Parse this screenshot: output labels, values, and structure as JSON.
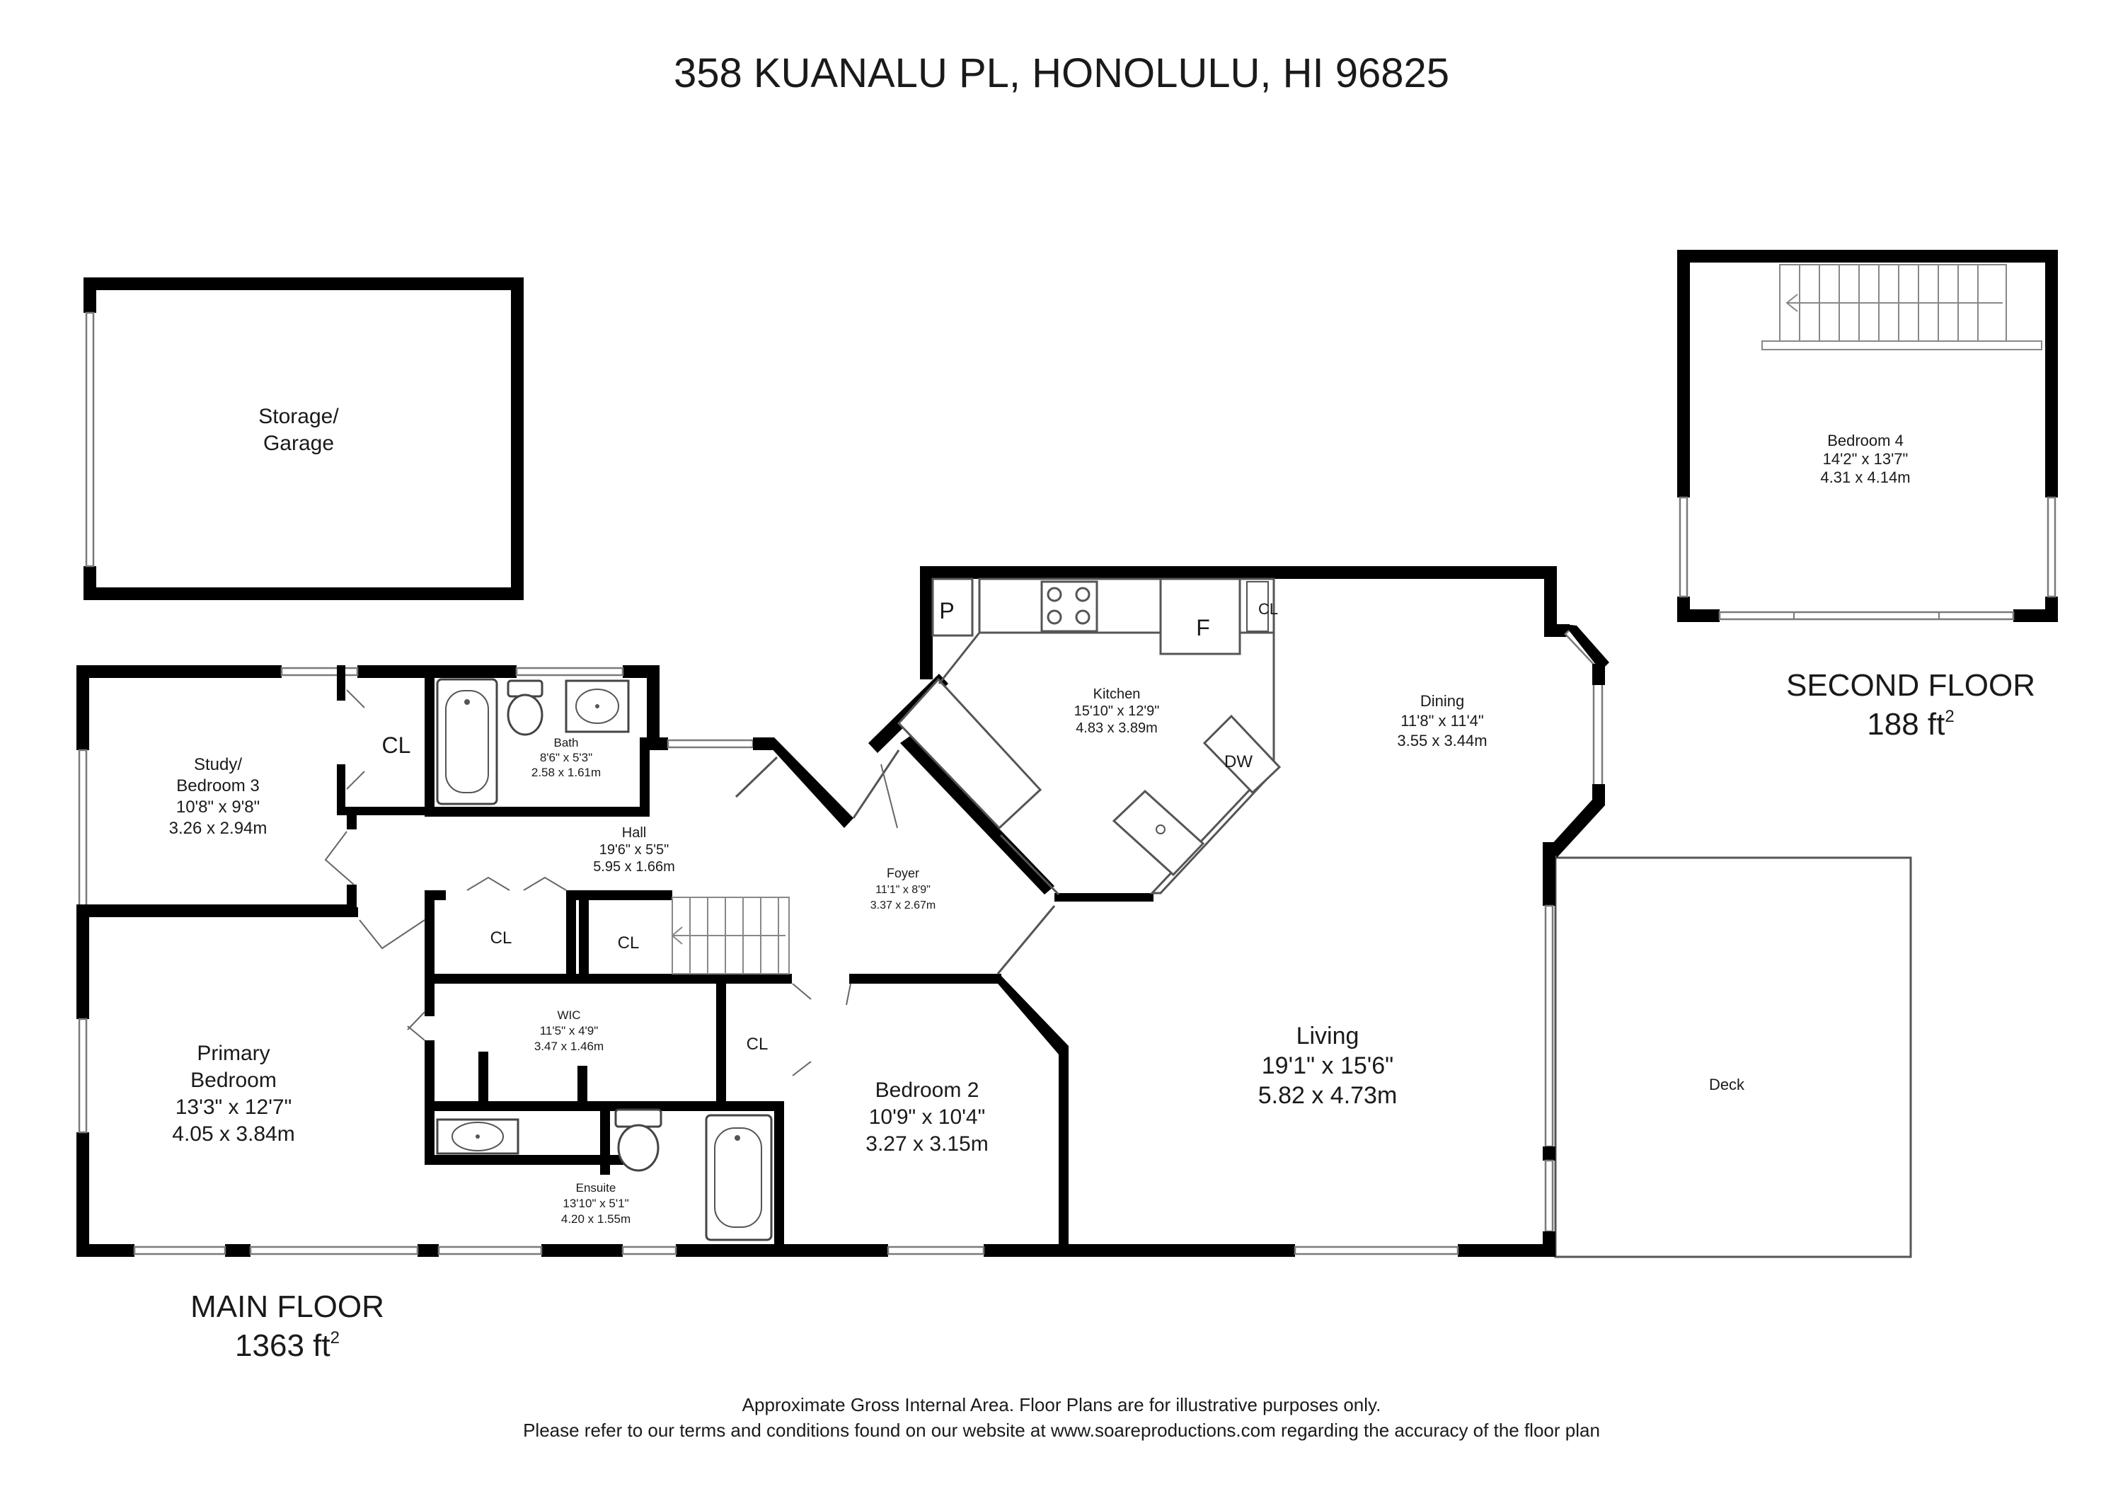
{
  "title": "358 KUANALU PL, HONOLULU, HI 96825",
  "floors": {
    "main": {
      "label": "MAIN FLOOR",
      "area": "1363 ft",
      "area_sup": "2"
    },
    "second": {
      "label": "SECOND FLOOR",
      "area": "188 ft",
      "area_sup": "2"
    }
  },
  "rooms": {
    "storage": {
      "line1": "Storage/",
      "line2": "Garage"
    },
    "study": {
      "line1": "Study/",
      "line2": "Bedroom 3",
      "imperial": "10'8\" x 9'8\"",
      "metric": "3.26 x 2.94m"
    },
    "bath": {
      "name": "Bath",
      "imperial": "8'6\" x 5'3\"",
      "metric": "2.58 x 1.61m"
    },
    "hall": {
      "name": "Hall",
      "imperial": "19'6\" x 5'5\"",
      "metric": "5.95 x 1.66m"
    },
    "kitchen": {
      "name": "Kitchen",
      "imperial": "15'10\" x 12'9\"",
      "metric": "4.83 x 3.89m"
    },
    "dining": {
      "name": "Dining",
      "imperial": "11'8\" x 11'4\"",
      "metric": "3.55 x 3.44m"
    },
    "foyer": {
      "name": "Foyer",
      "imperial": "11'1\" x 8'9\"",
      "metric": "3.37 x 2.67m"
    },
    "wic": {
      "name": "WIC",
      "imperial": "11'5\" x 4'9\"",
      "metric": "3.47 x 1.46m"
    },
    "primary": {
      "line1": "Primary",
      "line2": "Bedroom",
      "imperial": "13'3\" x 12'7\"",
      "metric": "4.05 x 3.84m"
    },
    "ensuite": {
      "name": "Ensuite",
      "imperial": "13'10\" x 5'1\"",
      "metric": "4.20 x 1.55m"
    },
    "bedroom2": {
      "name": "Bedroom 2",
      "imperial": "10'9\" x 10'4\"",
      "metric": "3.27 x 3.15m"
    },
    "living": {
      "name": "Living",
      "imperial": "19'1\" x 15'6\"",
      "metric": "5.82 x 4.73m"
    },
    "deck": {
      "name": "Deck"
    },
    "bedroom4": {
      "name": "Bedroom 4",
      "imperial": "14'2\" x 13'7\"",
      "metric": "4.31 x 4.14m"
    }
  },
  "fixture_labels": {
    "closet": "CL",
    "pantry": "P",
    "fridge": "F",
    "dishwasher": "DW"
  },
  "disclaimer": {
    "line1": "Approximate Gross Internal Area. Floor Plans are for illustrative purposes only.",
    "line2": "Please refer to our terms and conditions found on our website at www.soareproductions.com regarding the accuracy of the floor plan"
  }
}
